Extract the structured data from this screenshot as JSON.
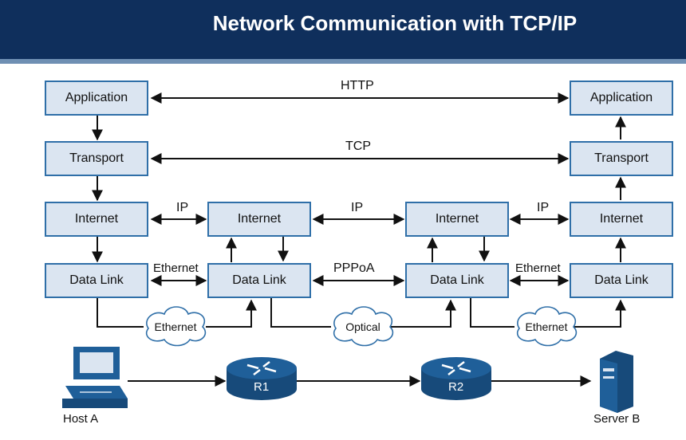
{
  "title": "Network Communication with TCP/IP",
  "layers": {
    "application": "Application",
    "transport": "Transport",
    "internet": "Internet",
    "data_link": "Data Link"
  },
  "protocols": {
    "http": "HTTP",
    "tcp": "TCP",
    "ip": "IP",
    "ethernet": "Ethernet",
    "pppoa": "PPPoA",
    "optical": "Optical"
  },
  "devices": {
    "host_a": "Host A",
    "r1": "R1",
    "r2": "R2",
    "server_b": "Server B"
  },
  "colors": {
    "header_bg": "#0f2f5c",
    "box_fill": "#dbe5f1",
    "box_border": "#2f6fa8",
    "device_blue": "#1f5f99"
  },
  "icons": [
    "computer-icon",
    "router-icon",
    "server-icon",
    "cloud-icon"
  ]
}
